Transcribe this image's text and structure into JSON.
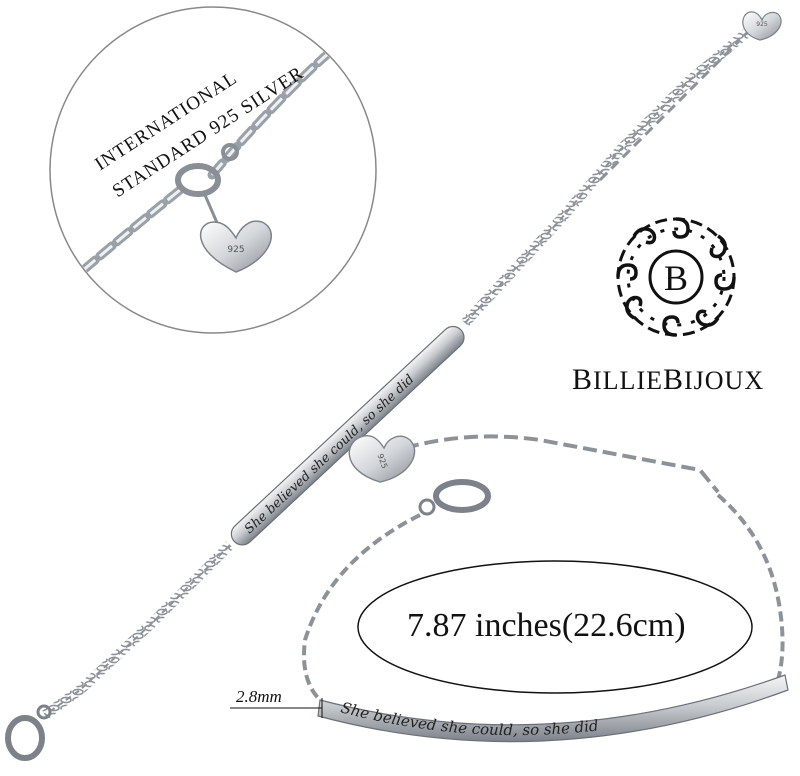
{
  "detail_inset": {
    "label_line1": "INTERNATIONAL",
    "label_line2": "STANDARD 925 SILVER",
    "charm_stamp": "925"
  },
  "brand": {
    "logo_letter": "B",
    "name": "BILLIEBIJOUX",
    "name_display": [
      "B",
      "ILLIE",
      "B",
      "IJOUX"
    ]
  },
  "bracelet": {
    "engraving": "She believed she could, so she did",
    "length_label": "7.87 inches(22.6cm)",
    "width_label": "2.8mm",
    "charm_stamp": "925"
  },
  "colors": {
    "silver_light": "#eef0f2",
    "silver_mid": "#b8bcc2",
    "silver_dark": "#6b7078",
    "text": "#111111"
  }
}
